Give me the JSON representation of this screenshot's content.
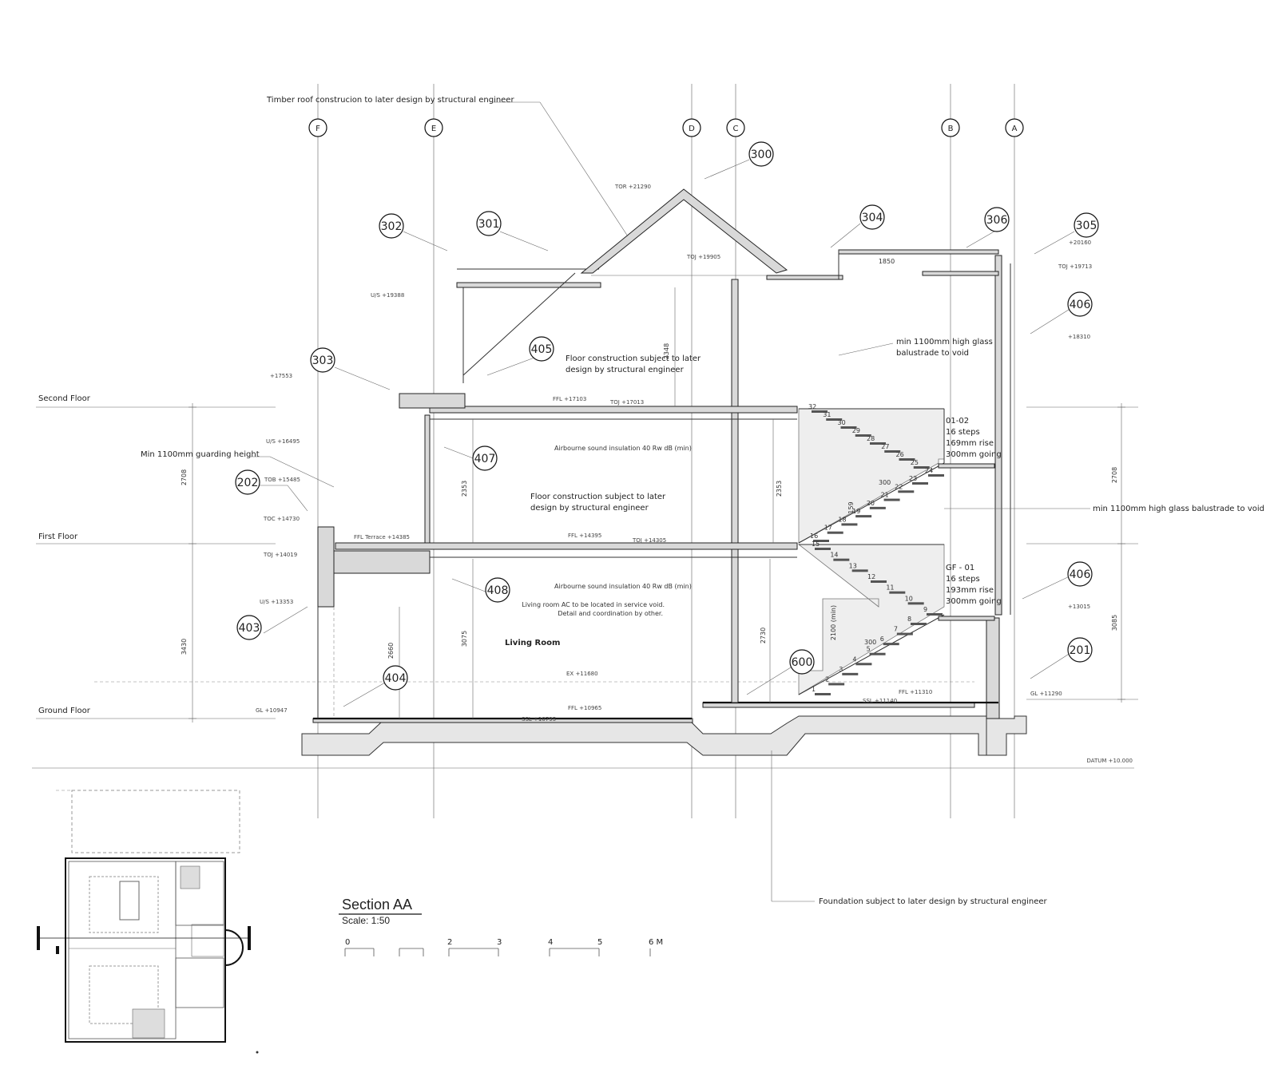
{
  "title": "Section AA",
  "scale": "Scale: 1:50",
  "scale_bar": [
    "0",
    "2",
    "3",
    "4",
    "5",
    "6 M"
  ],
  "grid_labels": [
    "F",
    "E",
    "D",
    "C",
    "B",
    "A"
  ],
  "floors": {
    "second": "Second Floor",
    "first": "First Floor",
    "ground": "Ground Floor"
  },
  "tags": [
    "300",
    "301",
    "302",
    "303",
    "304",
    "305",
    "306",
    "406",
    "405",
    "407",
    "202",
    "408",
    "403",
    "404",
    "600",
    "406",
    "201"
  ],
  "notes": {
    "roof": "Timber roof construcion to later design by structural engineer",
    "floor2_a": "Floor construction subject to later",
    "floor2_b": "design by structural engineer",
    "floor1_a": "Floor construction subject to later",
    "floor1_b": "design by structural engineer",
    "guard": "Min 1100mm guarding height",
    "glass_a": "min 1100mm high glass",
    "glass_b": "balustrade to void",
    "glass_c": "min 1100mm high glass balustrade to void",
    "foundation": "Foundation subject to later design by structural engineer",
    "sound1": "Airbourne sound insulation 40 Rw dB (min)",
    "sound2": "Airbourne sound insulation 40 Rw dB (min)",
    "ac_a": "Living room AC to be located in service void.",
    "ac_b": "Detail and coordination by other.",
    "living": "Living Room",
    "datum": "DATUM +10.000"
  },
  "levels": {
    "tor": "TOR  +21290",
    "toj_roof": "TOJ  +19905",
    "us_19388": "U/S  +19388",
    "p20160": "+20160",
    "toj_19713": "TOJ  +19713",
    "p18310": "+18310",
    "p17553": "+17553",
    "ffl_17103": "FFL  +17103",
    "toj_17013": "TOJ  +17013",
    "us_16495": "U/S  +16495",
    "tob_15485": "TOB  +15485",
    "toc_14730": "TOC  +14730",
    "ffl_terrace": "FFL Terrace  +14385",
    "ffl_14395": "FFL  +14395",
    "toj_14305": "TOJ  +14305",
    "toj_14019": "TOJ  +14019",
    "us_13353": "U/S  +13353",
    "p13015": "+13015",
    "ex_11680": "EX  +11680",
    "ffl_11310": "FFL  +11310",
    "ssl_11140": "SSL  +11140",
    "gl_11290": "GL  +11290",
    "ffl_10965": "FFL  +10965",
    "ssl_10795": "SSL  +10795",
    "gl_10947": "GL  +10947"
  },
  "dims": {
    "d2708_l": "2708",
    "d3430": "3430",
    "d2660": "2660",
    "d3075": "3075",
    "d2353_a": "2353",
    "d2353_b": "2353",
    "d2348": "2348",
    "d2730": "2730",
    "d2708_r": "2708",
    "d3085": "3085",
    "d1850": "1850",
    "d300_a": "300",
    "d300_b": "300",
    "d2100": "2100 (min)",
    "d159": "159"
  },
  "stairs": {
    "upper": [
      "01-02",
      "16 steps",
      "169mm rise",
      "300mm going"
    ],
    "lower": [
      "GF - 01",
      "16 steps",
      "193mm rise",
      "300mm going"
    ],
    "upper_steps": [
      "32",
      "31",
      "30",
      "29",
      "28",
      "27",
      "26",
      "25",
      "24",
      "23",
      "22",
      "21",
      "20",
      "19",
      "18",
      "17",
      "16"
    ],
    "lower_steps": [
      "15",
      "14",
      "13",
      "12",
      "11",
      "10",
      "9",
      "8",
      "7",
      "6",
      "5",
      "4",
      "3",
      "2",
      "1"
    ]
  }
}
